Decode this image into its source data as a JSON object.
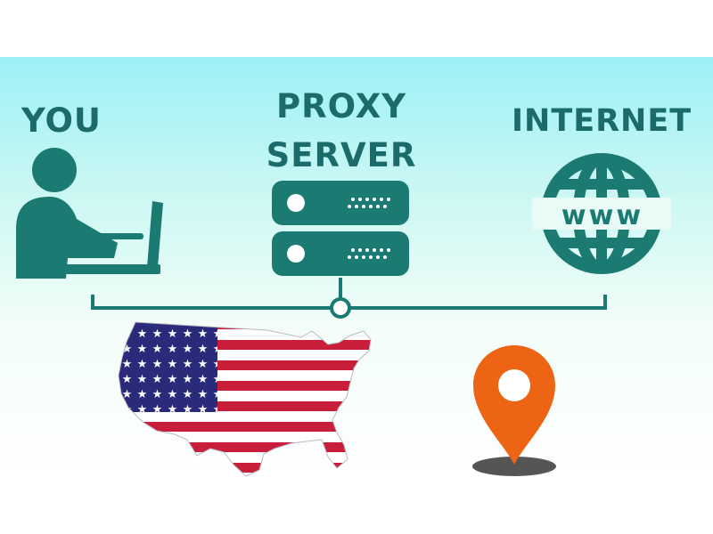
{
  "labels": {
    "you": "YOU",
    "proxy": "PROXY",
    "server": "SERVER",
    "internet": "INTERNET"
  },
  "globe_text": "www",
  "colors": {
    "teal": "#1b7a72",
    "teal_text": "#1b6b6b",
    "pin_orange": "#ec6414",
    "flag_red": "#c81e3a",
    "flag_blue": "#2a2a7a",
    "shadow": "#555555"
  },
  "icons": {
    "user": "person-at-laptop-icon",
    "server": "server-rack-icon",
    "internet": "www-globe-icon",
    "map": "usa-flag-map-icon",
    "location": "location-pin-icon"
  }
}
